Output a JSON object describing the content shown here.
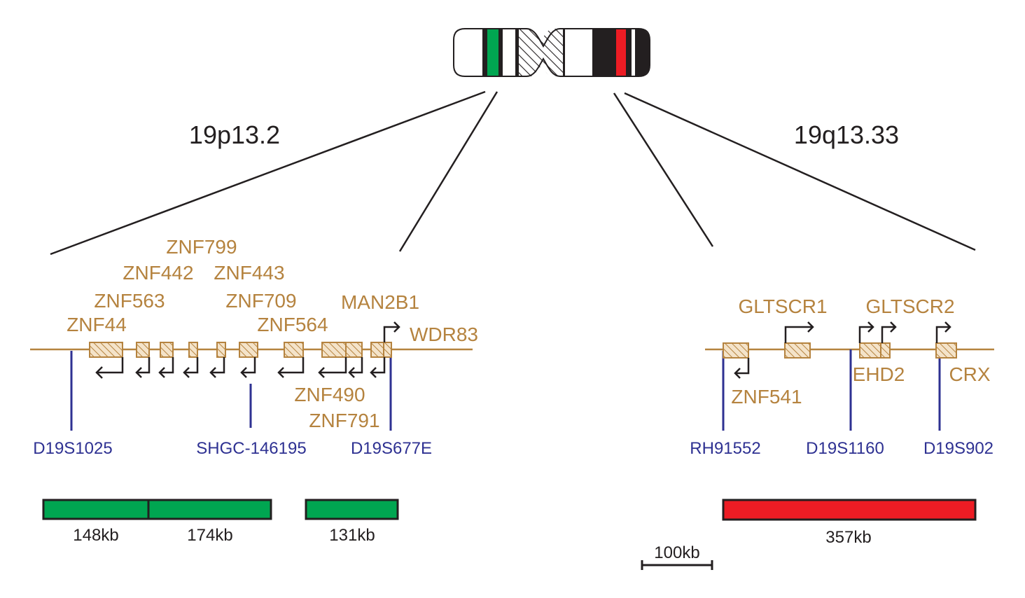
{
  "colors": {
    "gene": "#b5833f",
    "gene_fill": "#f4e3c9",
    "marker": "#2e3192",
    "green": "#00a651",
    "red": "#ed1c24",
    "ink": "#231f20"
  },
  "regions": {
    "left": {
      "title": "19p13.2",
      "genes": [
        "ZNF799",
        "ZNF442",
        "ZNF443",
        "ZNF563",
        "ZNF709",
        "MAN2B1",
        "ZNF44",
        "ZNF564",
        "WDR83",
        "ZNF490",
        "ZNF791"
      ],
      "markers": [
        "D19S1025",
        "SHGC-146195",
        "D19S677E"
      ],
      "sizes": [
        "148kb",
        "174kb",
        "131kb"
      ]
    },
    "right": {
      "title": "19q13.33",
      "genes": [
        "GLTSCR1",
        "GLTSCR2",
        "EHD2",
        "CRX",
        "ZNF541"
      ],
      "markers": [
        "RH91552",
        "D19S1160",
        "D19S902"
      ],
      "sizes": [
        "357kb"
      ]
    }
  },
  "scale_bar": {
    "label": "100kb"
  }
}
